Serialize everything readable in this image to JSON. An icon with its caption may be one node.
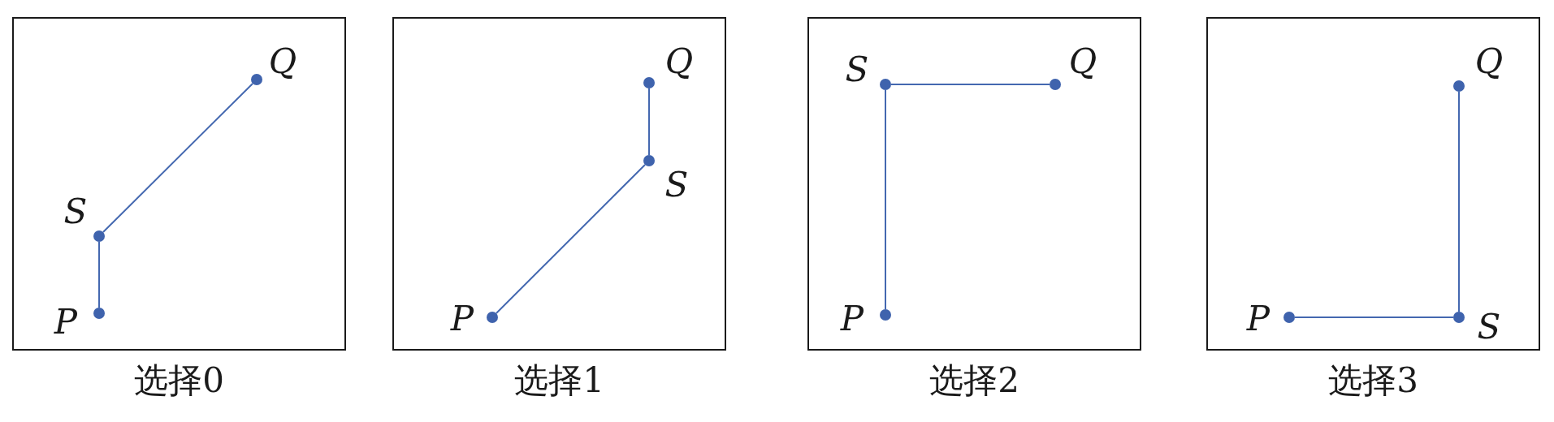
{
  "diagram": {
    "nodes": [
      {
        "text": [],
        "shape": "box",
        "beside": [
          "选择0"
        ]
      },
      {
        "text": [
          "Q"
        ],
        "in": 0
      },
      {
        "text": [
          "S"
        ],
        "in": 0
      },
      {
        "text": [
          "P"
        ],
        "in": 0
      },
      {
        "text": [],
        "shape": "box",
        "beside": [
          "选择1"
        ]
      },
      {
        "text": [
          "Q"
        ],
        "in": 4
      },
      {
        "text": [
          "S"
        ],
        "in": 4
      },
      {
        "text": [
          "P"
        ],
        "in": 4
      },
      {
        "text": [],
        "shape": "box",
        "beside": [
          "选择2"
        ]
      },
      {
        "text": [
          "S"
        ],
        "in": 8
      },
      {
        "text": [
          "Q"
        ],
        "in": 8
      },
      {
        "text": [
          "P"
        ],
        "in": 8
      },
      {
        "text": [],
        "shape": "box",
        "beside": [
          "选择3"
        ]
      },
      {
        "text": [
          "Q"
        ],
        "in": 12
      },
      {
        "text": [
          "S"
        ],
        "in": 12
      },
      {
        "text": [
          "P"
        ],
        "in": 12
      }
    ],
    "edges": [
      {
        "from": 3,
        "to": 2,
        "arrow": "none"
      },
      {
        "from": 2,
        "to": 1,
        "arrow": "none"
      },
      {
        "from": 7,
        "to": 6,
        "arrow": "none"
      },
      {
        "from": 6,
        "to": 5,
        "arrow": "none"
      },
      {
        "from": 11,
        "to": 9,
        "arrow": "none"
      },
      {
        "from": 9,
        "to": 10,
        "arrow": "none"
      },
      {
        "from": 15,
        "to": 14,
        "arrow": "none"
      },
      {
        "from": 14,
        "to": 13,
        "arrow": "none"
      }
    ]
  }
}
